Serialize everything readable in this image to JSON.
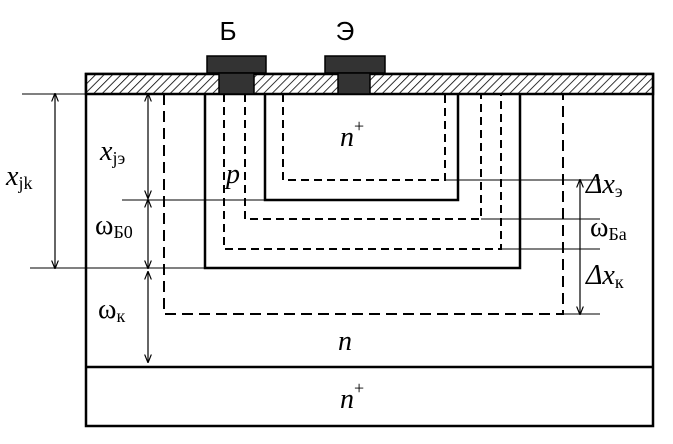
{
  "terminals": {
    "base": "Б",
    "emitter": "Э"
  },
  "regions": {
    "emitter": {
      "main": "n",
      "sup": "+"
    },
    "base": "p",
    "collector": "n",
    "substrate": {
      "main": "n",
      "sup": "+"
    }
  },
  "dimensions": {
    "x_jk": {
      "main": "x",
      "sub": "jk"
    },
    "x_je": {
      "main": "x",
      "sub": "jэ"
    },
    "omega_b0": {
      "main": "ω",
      "sub": "Б0"
    },
    "omega_k": {
      "main": "ω",
      "sub": "к"
    },
    "delta_x_e": {
      "main": "Δx",
      "sub": "э"
    },
    "omega_ba": {
      "main": "ω",
      "sub": "Ба"
    },
    "delta_x_k": {
      "main": "Δx",
      "sub": "к"
    }
  }
}
